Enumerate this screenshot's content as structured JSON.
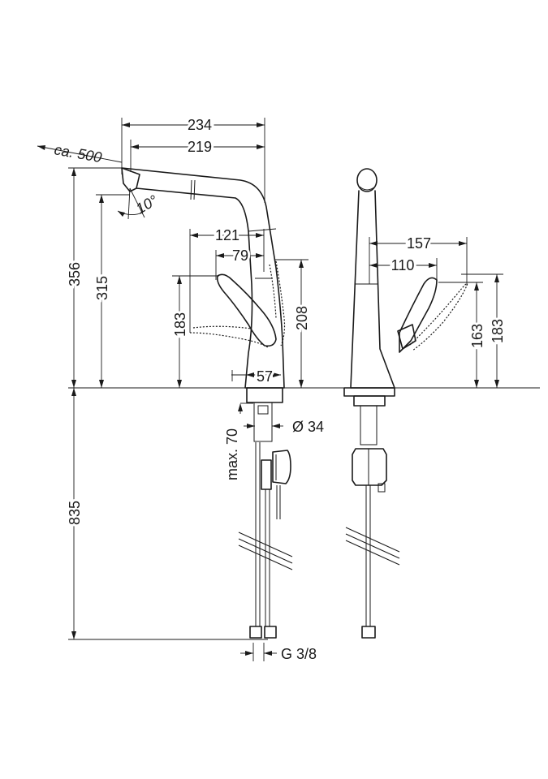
{
  "dimensions": {
    "w234": "234",
    "w219": "219",
    "reach": "ca. 500",
    "angle": "10°",
    "w121": "121",
    "w79": "79",
    "h356": "356",
    "h315": "315",
    "h183_left": "183",
    "h208": "208",
    "base_diam": "57",
    "max_thickness": "max. 70",
    "hole_diam": "Ø 34",
    "hose_len": "835",
    "thread": "G 3/8",
    "w157": "157",
    "w110": "110",
    "h163": "163",
    "h183_right": "183"
  }
}
